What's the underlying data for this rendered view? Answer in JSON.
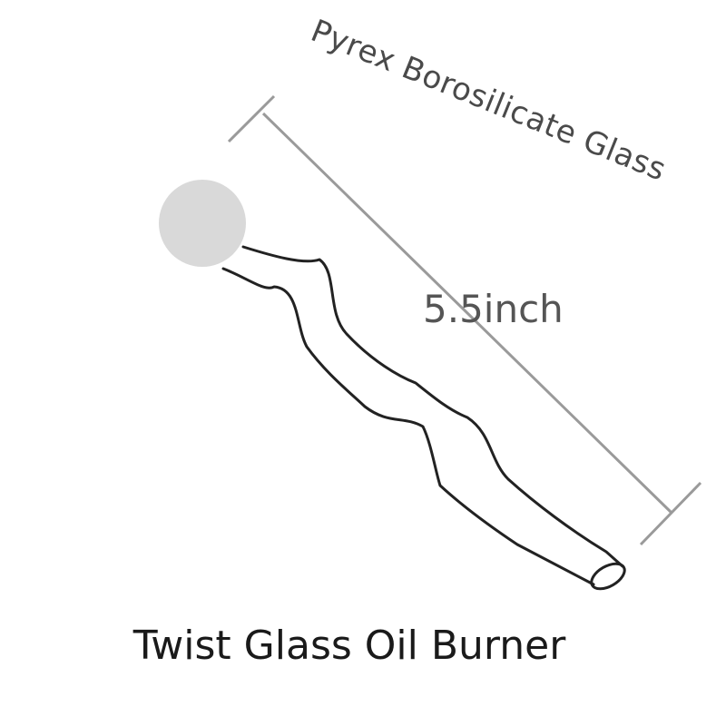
{
  "diagram": {
    "material_label": "Pyrex Borosilicate Glass",
    "length_label": "5.5inch",
    "product_title": "Twist Glass Oil Burner"
  },
  "colors": {
    "bulb": "#d9d9d9",
    "outline": "#222222",
    "dimension_line": "#9a9a9a",
    "label_text": "#4a4a4a",
    "title_text": "#1a1a1a"
  }
}
